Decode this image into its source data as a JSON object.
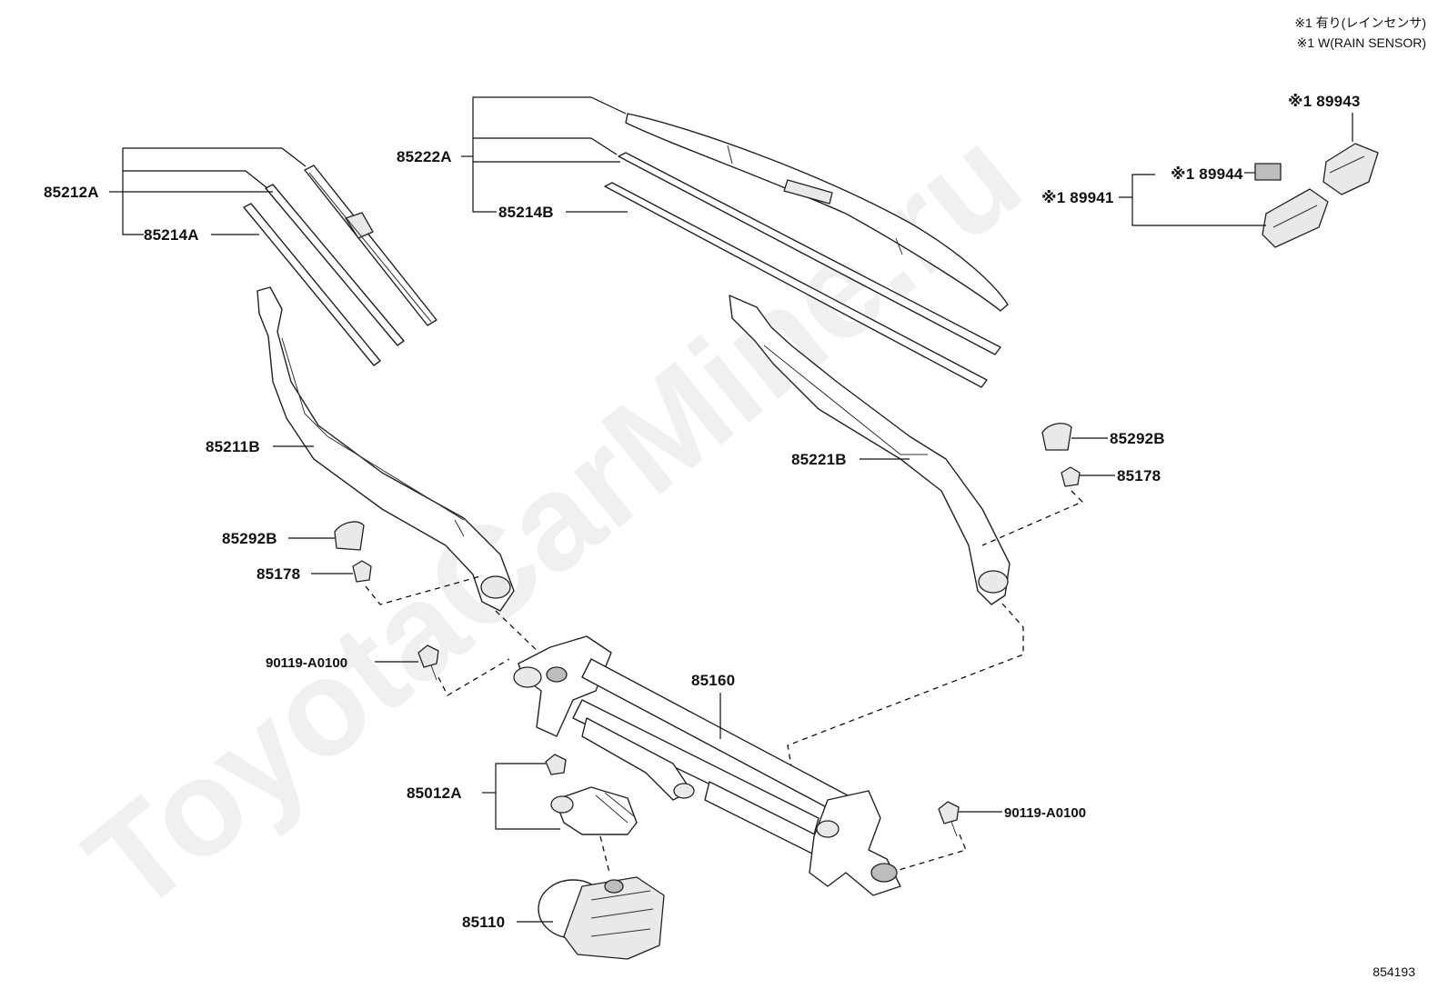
{
  "notes": {
    "line1": "※1 有り(レインセンサ)",
    "line2": "※1 W(RAIN SENSOR)"
  },
  "watermark": "ToyotaCarMine.ru",
  "diagram_id": "854193",
  "labels": {
    "p85212A": "85212A",
    "p85214A": "85214A",
    "p85222A": "85222A",
    "p85214B": "85214B",
    "p89943": "※1 89943",
    "p89944": "※1 89944",
    "p89941": "※1 89941",
    "p85211B": "85211B",
    "p85221B": "85221B",
    "p85292B_left": "85292B",
    "p85178_left": "85178",
    "p85292B_right": "85292B",
    "p85178_right": "85178",
    "p90119_left": "90119-A0100",
    "p90119_right": "90119-A0100",
    "p85160": "85160",
    "p85012A": "85012A",
    "p85110": "85110"
  },
  "colors": {
    "ink": "#111111",
    "part_fill": "#ffffff",
    "part_shade": "#e9e9e9",
    "part_dark": "#bdbdbd"
  }
}
